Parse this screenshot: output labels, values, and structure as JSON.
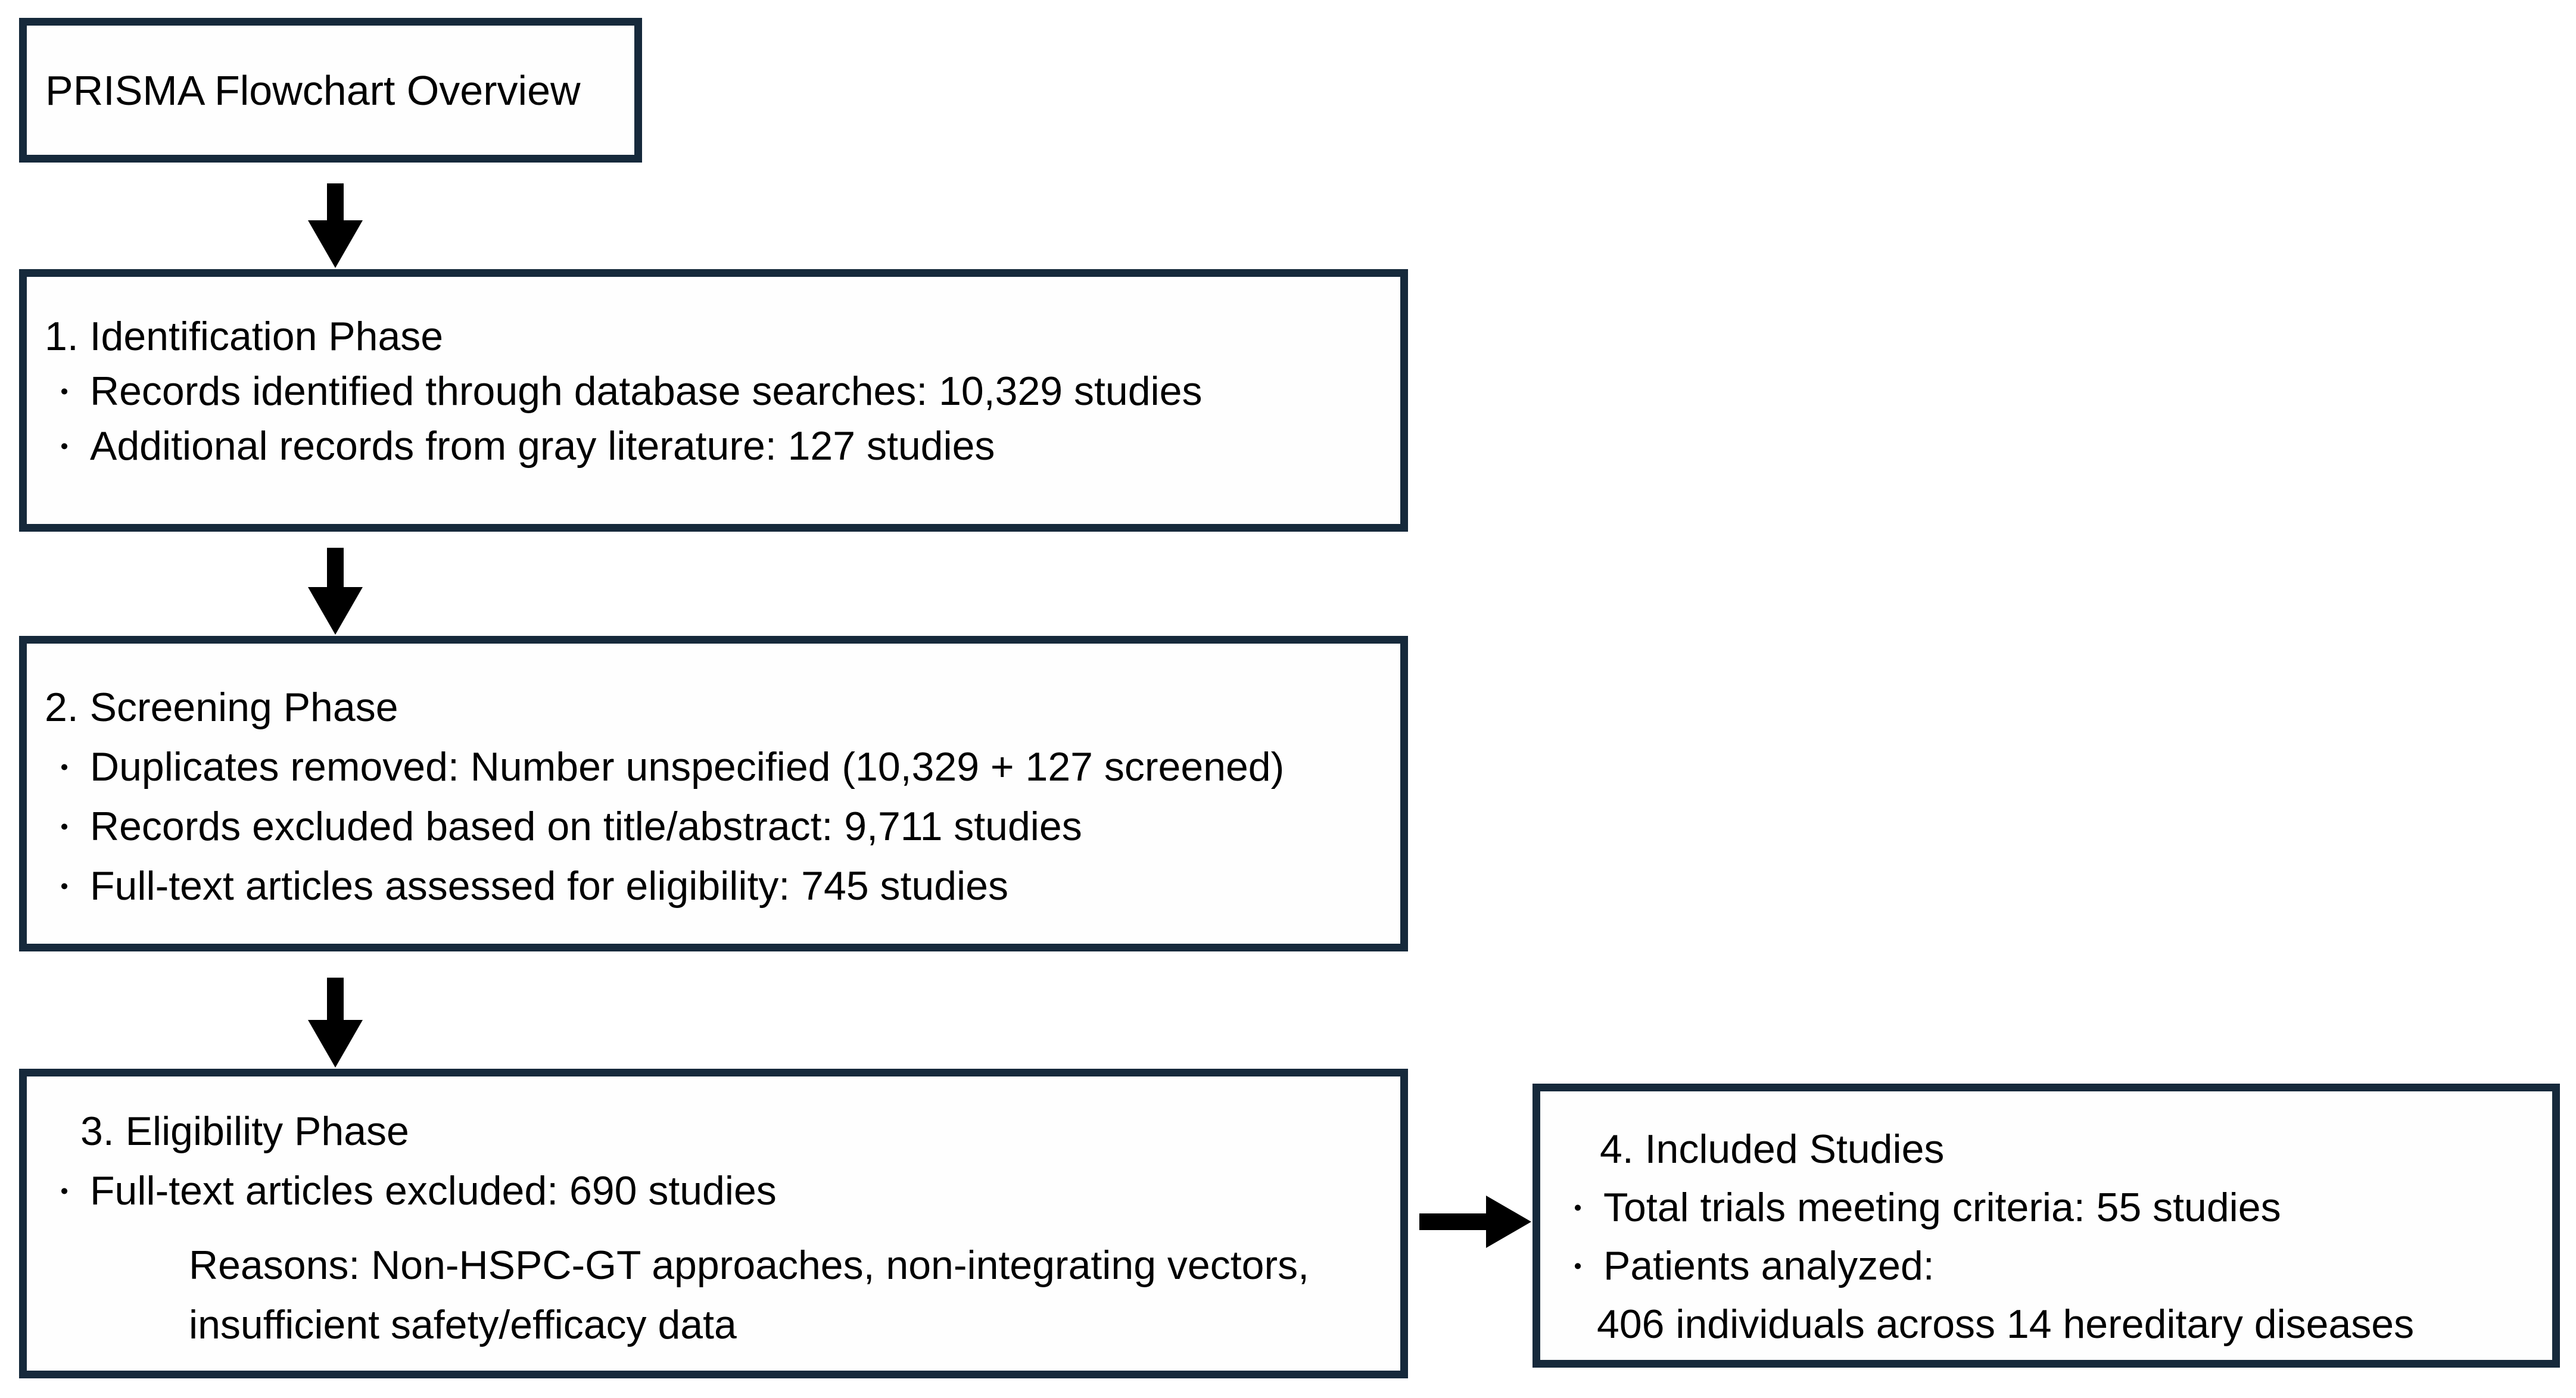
{
  "colors": {
    "box_border": "#16293b",
    "arrow": "#000000",
    "text": "#000000",
    "background": "#ffffff"
  },
  "title_box": {
    "label": "PRISMA Flowchart Overview"
  },
  "boxes": [
    {
      "title": "1.   Identification Phase",
      "items": [
        {
          "type": "bullet",
          "text": "Records identified through database searches: 10,329 studies"
        },
        {
          "type": "bullet",
          "text": "Additional records from gray literature: 127 studies"
        }
      ]
    },
    {
      "title": "2. Screening Phase",
      "items": [
        {
          "type": "bullet",
          "text": "Duplicates removed: Number unspecified (10,329 + 127 screened)"
        },
        {
          "type": "bullet",
          "text": "Records excluded based on title/abstract: 9,711 studies"
        },
        {
          "type": "bullet",
          "text": "Full-text articles assessed for eligibility: 745 studies"
        }
      ]
    },
    {
      "title": "3. Eligibility Phase",
      "items": [
        {
          "type": "bullet",
          "text": "Full-text articles excluded: 690 studies"
        },
        {
          "type": "cont",
          "text": "Reasons: Non-HSPC-GT approaches, non-integrating vectors,"
        },
        {
          "type": "cont",
          "text": "insufficient safety/efficacy data"
        }
      ]
    },
    {
      "title": "4. Included Studies",
      "items": [
        {
          "type": "bullet",
          "text": "Total trials meeting criteria: 55 studies"
        },
        {
          "type": "bullet",
          "text": "Patients analyzed:"
        },
        {
          "type": "cont",
          "text": "406 individuals across 14 hereditary diseases"
        }
      ]
    }
  ]
}
